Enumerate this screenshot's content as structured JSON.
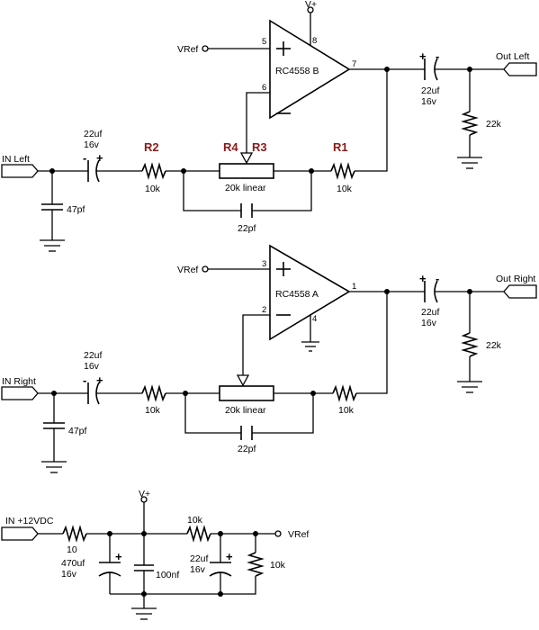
{
  "labels": {
    "vplus": "V+",
    "vref": "VRef",
    "in_left": "IN Left",
    "out_left": "Out Left",
    "in_right": "IN Right",
    "out_right": "Out Right",
    "in_12v": "IN +12VDC"
  },
  "opamp_b": {
    "name": "RC4558 B",
    "pin_plus": "5",
    "pin_minus": "6",
    "pin_out": "7",
    "pin_vcc": "8"
  },
  "opamp_a": {
    "name": "RC4558 A",
    "pin_plus": "3",
    "pin_minus": "2",
    "pin_out": "1",
    "pin_gnd": "4"
  },
  "refs": {
    "r1": "R1",
    "r2": "R2",
    "r3": "R3",
    "r4": "R4"
  },
  "values": {
    "cap_22uf": "22uf",
    "v16": "16v",
    "r10k": "10k",
    "pot": "20k linear",
    "c22pf": "22pf",
    "c47pf": "47pf",
    "r22k": "22k",
    "r10": "10",
    "c470uf": "470uf",
    "c100nf": "100nf"
  },
  "polarity": {
    "plus": "+",
    "minus": "-"
  }
}
